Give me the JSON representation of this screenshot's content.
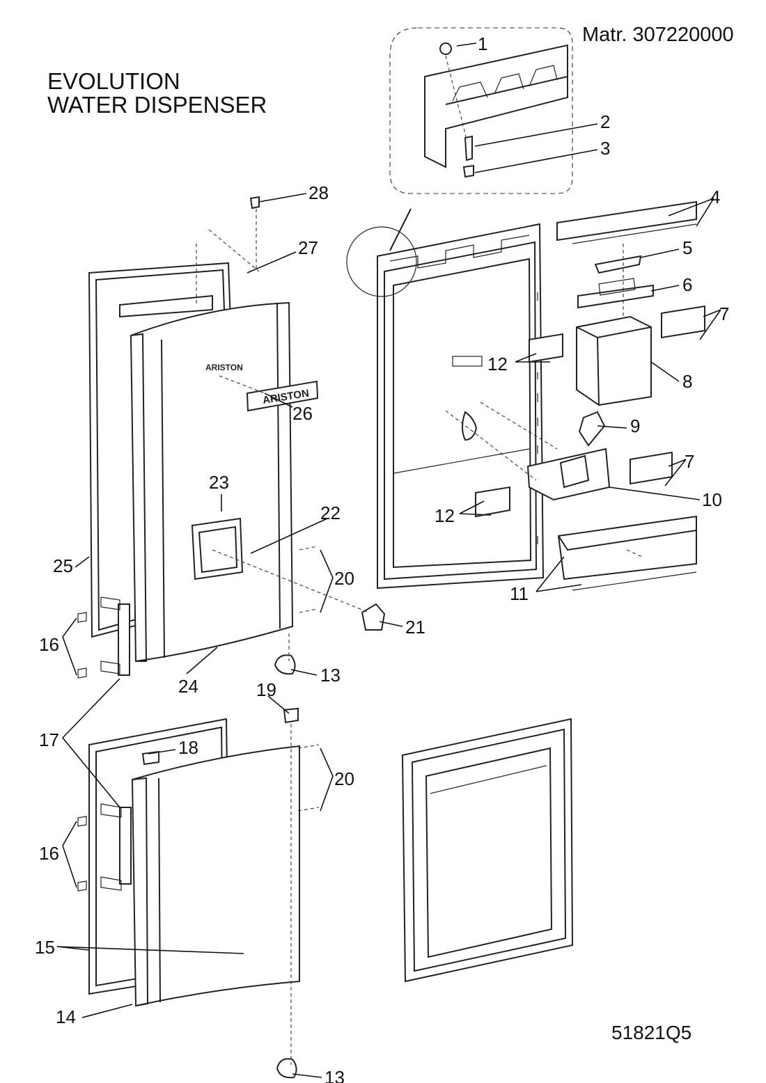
{
  "title": [
    "EVOLUTION",
    "WATER DISPENSER"
  ],
  "material_number": "Matr. 307220000",
  "drawing_code": "51821Q5",
  "brand_logo_text": "ARISTON",
  "callouts": {
    "c1": "1",
    "c2": "2",
    "c3": "3",
    "c4": "4",
    "c5": "5",
    "c6": "6",
    "c7a": "7",
    "c7b": "7",
    "c8": "8",
    "c9": "9",
    "c10": "10",
    "c11": "11",
    "c12a": "12",
    "c12b": "12",
    "c13a": "13",
    "c13b": "13",
    "c14": "14",
    "c15": "15",
    "c16a": "16",
    "c16b": "16",
    "c17": "17",
    "c18": "18",
    "c19": "19",
    "c20a": "20",
    "c20b": "20",
    "c21": "21",
    "c22": "22",
    "c23": "23",
    "c24": "24",
    "c25": "25",
    "c26": "26",
    "c27": "27",
    "c28": "28"
  }
}
